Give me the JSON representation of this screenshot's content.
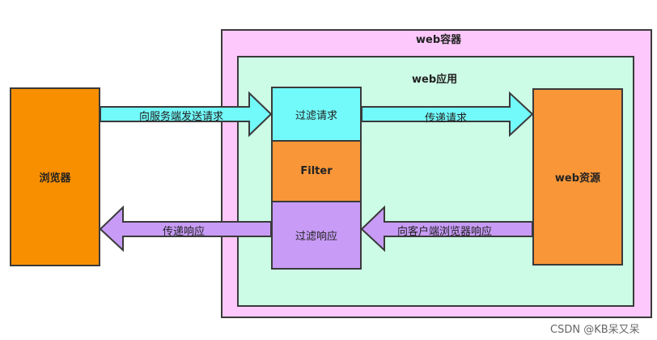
{
  "container": {
    "title": "web容器"
  },
  "app": {
    "title": "web应用"
  },
  "browser": {
    "label": "浏览器"
  },
  "filter_box": {
    "request_label": "过滤请求",
    "filter_label": "Filter",
    "response_label": "过滤响应"
  },
  "resource": {
    "label": "web资源"
  },
  "arrows": {
    "send_request": "向服务端发送请求",
    "pass_request": "传递请求",
    "pass_response": "传递响应",
    "respond_client": "向客户端浏览器响应"
  },
  "watermark": "CSDN @KB呆又呆",
  "colors": {
    "container": "#fdc8fb",
    "app": "#ccfbe6",
    "browser": "#f88f00",
    "request": "#72f9f9",
    "filter": "#f89638",
    "response": "#c79bf6",
    "resource": "#f89638"
  }
}
